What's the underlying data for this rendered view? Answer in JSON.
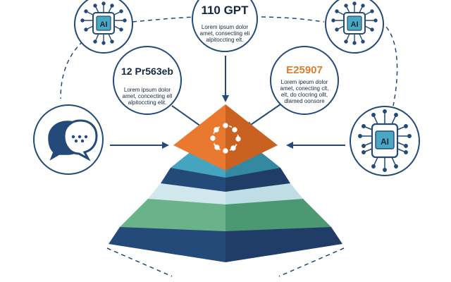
{
  "nodes": {
    "top_center": {
      "title": "110 GPT",
      "body": [
        "Lorem ipsum dolor",
        "amet, consecting eli",
        "alpitoccting elt."
      ]
    },
    "mid_left": {
      "title": "12 Pr563eb",
      "body": [
        "Lorem ipsum dolor",
        "amet, concecting ell",
        "alpitoccting elit."
      ]
    },
    "mid_right": {
      "title": "E25907",
      "body": [
        "Lorem ipeum dolor",
        "amet, conecting clt,",
        "elt, do clocring ollt,",
        "dlamed oonsore"
      ]
    },
    "top_left_chip": {
      "label": "AI"
    },
    "top_right_chip": {
      "label": "AI"
    },
    "right_chip": {
      "label": "AI"
    }
  },
  "colors": {
    "navy": "#234a78",
    "navy_dark": "#1f3d66",
    "orange": "#e8792f",
    "orange_dark": "#c96220",
    "teal": "#45a4bf",
    "teal_dark": "#3388a2",
    "light_teal": "#cfe7ed",
    "green": "#69b28a",
    "green_dark": "#4c9872",
    "text_dark": "#16283f",
    "title_orange": "#e07a28"
  },
  "icons": {
    "chat": "chat-bubbles-icon",
    "chip": "ai-chip-icon",
    "network": "network-ring-icon"
  }
}
